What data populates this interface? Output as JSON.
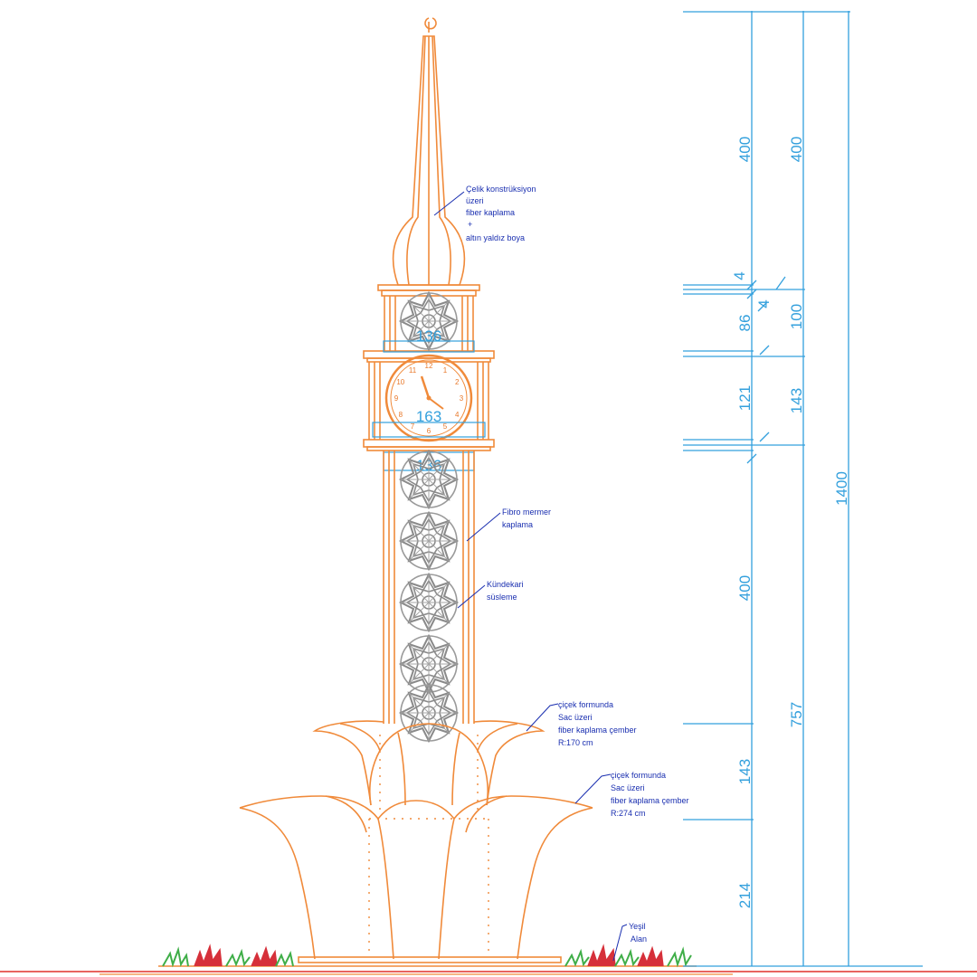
{
  "colors": {
    "structure": "#f08a3a",
    "dimension": "#33a0dd",
    "note": "#1a2fb0",
    "ornament": "#9a9a9a",
    "ground": "#e0312a",
    "plant_green": "#3fae48",
    "plant_red": "#d6303a"
  },
  "annotations": {
    "spire": [
      "Çelik konstrüksiyon",
      "üzeri",
      "fiber kaplama",
      "+",
      "altın yaldız boya"
    ],
    "fibro": [
      "Fibro mermer",
      "kaplama"
    ],
    "kundekari": [
      "Kündekari",
      "süsleme"
    ],
    "flower_upper": [
      "çiçek formunda",
      "Sac üzeri",
      "fiber kaplama çember",
      "R:170 cm"
    ],
    "flower_lower": [
      "çiçek formunda",
      "Sac üzeri",
      "fiber kaplama çember",
      "R:274 cm"
    ],
    "grass": [
      "Yeşil",
      "Alan"
    ]
  },
  "inner_dimensions": {
    "upper_panel": "136",
    "clock_width": "163",
    "lower_panel": "136"
  },
  "clock_numbers": [
    "12",
    "1",
    "2",
    "3",
    "4",
    "5",
    "6",
    "7",
    "8",
    "9",
    "10",
    "11"
  ],
  "dimensions": {
    "col1": {
      "spire": "400",
      "small_a": "4",
      "band_86": "86",
      "clock": "121",
      "shaft": "400",
      "upper_flower": "143",
      "base": "214",
      "small_b": "4"
    },
    "col2": {
      "spire": "400",
      "band": "100",
      "clock": "143",
      "lower": "757"
    },
    "col3": {
      "total": "1400"
    }
  }
}
